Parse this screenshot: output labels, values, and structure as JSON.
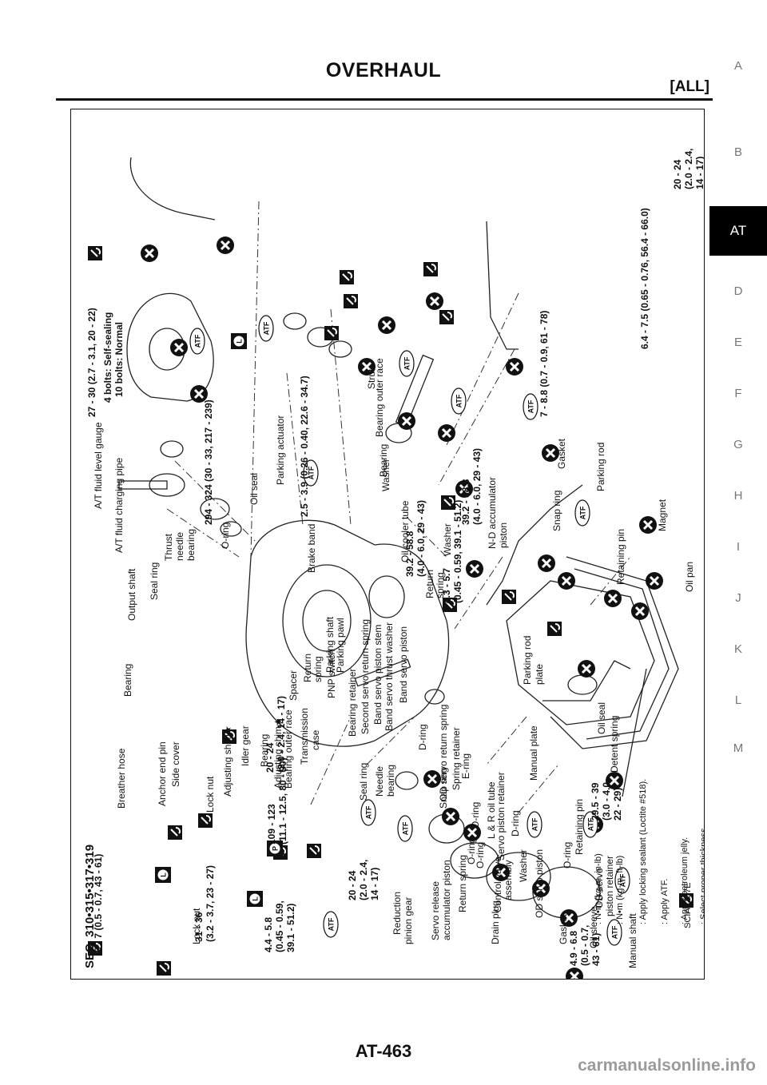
{
  "header": {
    "title": "OVERHAUL",
    "subtitle": "[ALL]"
  },
  "tabs": [
    "A",
    "B",
    "AT",
    "D",
    "E",
    "F",
    "G",
    "H",
    "I",
    "J",
    "K",
    "L",
    "M"
  ],
  "active_tab": "AT",
  "figure": {
    "section": "SEC. 310•315•317•319",
    "figure_id": "SCIA0797E",
    "atf_mark": "ATF",
    "seal_mark": "L",
    "jelly_mark": "P",
    "labels": [
      "A/T fluid level gauge",
      "A/T fluid charging pipe",
      "Breather hose",
      "Anchor end pin",
      "Lock nut",
      "O-ring",
      "Oil seal",
      "Parking actuator",
      "Thrust",
      "needle",
      "bearing",
      "Seal ring",
      "Output shaft",
      "Bearing",
      "Adjusting shim★",
      "Side cover",
      "Lock nut",
      "Idler gear",
      "Bearing",
      "Adjusting shim★",
      "Bearing outer race",
      "Spacer",
      "Return",
      "spring",
      "Parking shaft",
      "Parking pawl",
      "PNP switch",
      "Second servo return spring",
      "Band servo piston stem",
      "Band servo thrust washer",
      "Band servo piston",
      "D-ring",
      "OD servo return spring",
      "Spring retainer",
      "E-ring",
      "O-ring",
      "Servo piston retainer",
      "D-ring",
      "OD servo piston",
      "Gasket",
      "OD servo",
      "piston retainer",
      "Manual plate",
      "O-ring",
      "Retaining pin",
      "Parking rod",
      "plate",
      "Detent spring",
      "Manual shaft",
      "Oil seal",
      "Retaining pin",
      "Parking rod",
      "Washer",
      "Oil cooler tube",
      "Return",
      "spring",
      "Washer",
      "N-D accumulator",
      "piston",
      "Snap ring",
      "Gasket",
      "Magnet",
      "Oil pan",
      "Strut",
      "Bearing outer race",
      "Bearing",
      "Brake band",
      "Transmission",
      "case",
      "Bearing retainer",
      "Seal ring",
      "Needle",
      "bearing",
      "Snap ring",
      "Reduction",
      "pinion gear",
      "O-ring",
      "Servo release",
      "accumulator piston",
      "Return spring",
      "O-ring",
      "Control valve",
      "assembly",
      "L & R oil tube",
      "Washer",
      "Drain plug",
      "Oil sleeve"
    ],
    "torques": [
      "5 - 7 (0.5 - 0.7, 43 - 61)",
      "4.4 - 5.8",
      "(0.45 - 0.59,",
      "39.1 - 51.2)",
      "20 - 24",
      "(2.0 - 2.4, 14 - 17)",
      "20 - 24",
      "(2.0 - 2.4,",
      "14 - 17)",
      "27 - 30 (2.7 - 3.1, 20 - 22)",
      "4 bolts: Self-sealing",
      "10 bolts: Normal",
      "294 - 324 (30 - 33, 217 - 239)",
      "2.5 - 3.9 (0.26 - 0.40, 22.6 - 34.7)",
      "4.3 - 5.7",
      "(0.45 - 0.59, 39.1 - 51.2)",
      "39.2 - 58.8",
      "(4.0 - 6.0, 29 - 43)",
      "39.2 - 58.8",
      "(4.0 - 6.0, 29 - 43)",
      "7 - 8.8 (0.7 - 0.9, 61 - 78)",
      "6.4 - 7.5 (0.65 - 0.76, 56.4 - 66.0)",
      "20 - 24",
      "(2.0 - 2.4,",
      "14 - 17)",
      "31 - 36",
      "(3.2 - 3.7, 23 - 27)",
      "109 - 123",
      "(11.1 - 12.5, 80 - 90)",
      "4.9 - 6.8",
      "(0.5 - 0.7,",
      "43 - 61)",
      "29.5 - 39",
      "(3.0 - 4.0,",
      "22 - 29)"
    ],
    "legend": [
      ": N•m  (kg-m,  in-lb)",
      ": N•m  (kg-m,  ft-lb)",
      ": Apply locking sealant (Loctite #518).",
      ": Apply ATF.",
      ": Apply petroleum jelly.",
      ": Select proper thickness."
    ],
    "legend_star": "★"
  },
  "footer": {
    "page": "AT-463"
  },
  "watermark": "carmanualsonline.info"
}
